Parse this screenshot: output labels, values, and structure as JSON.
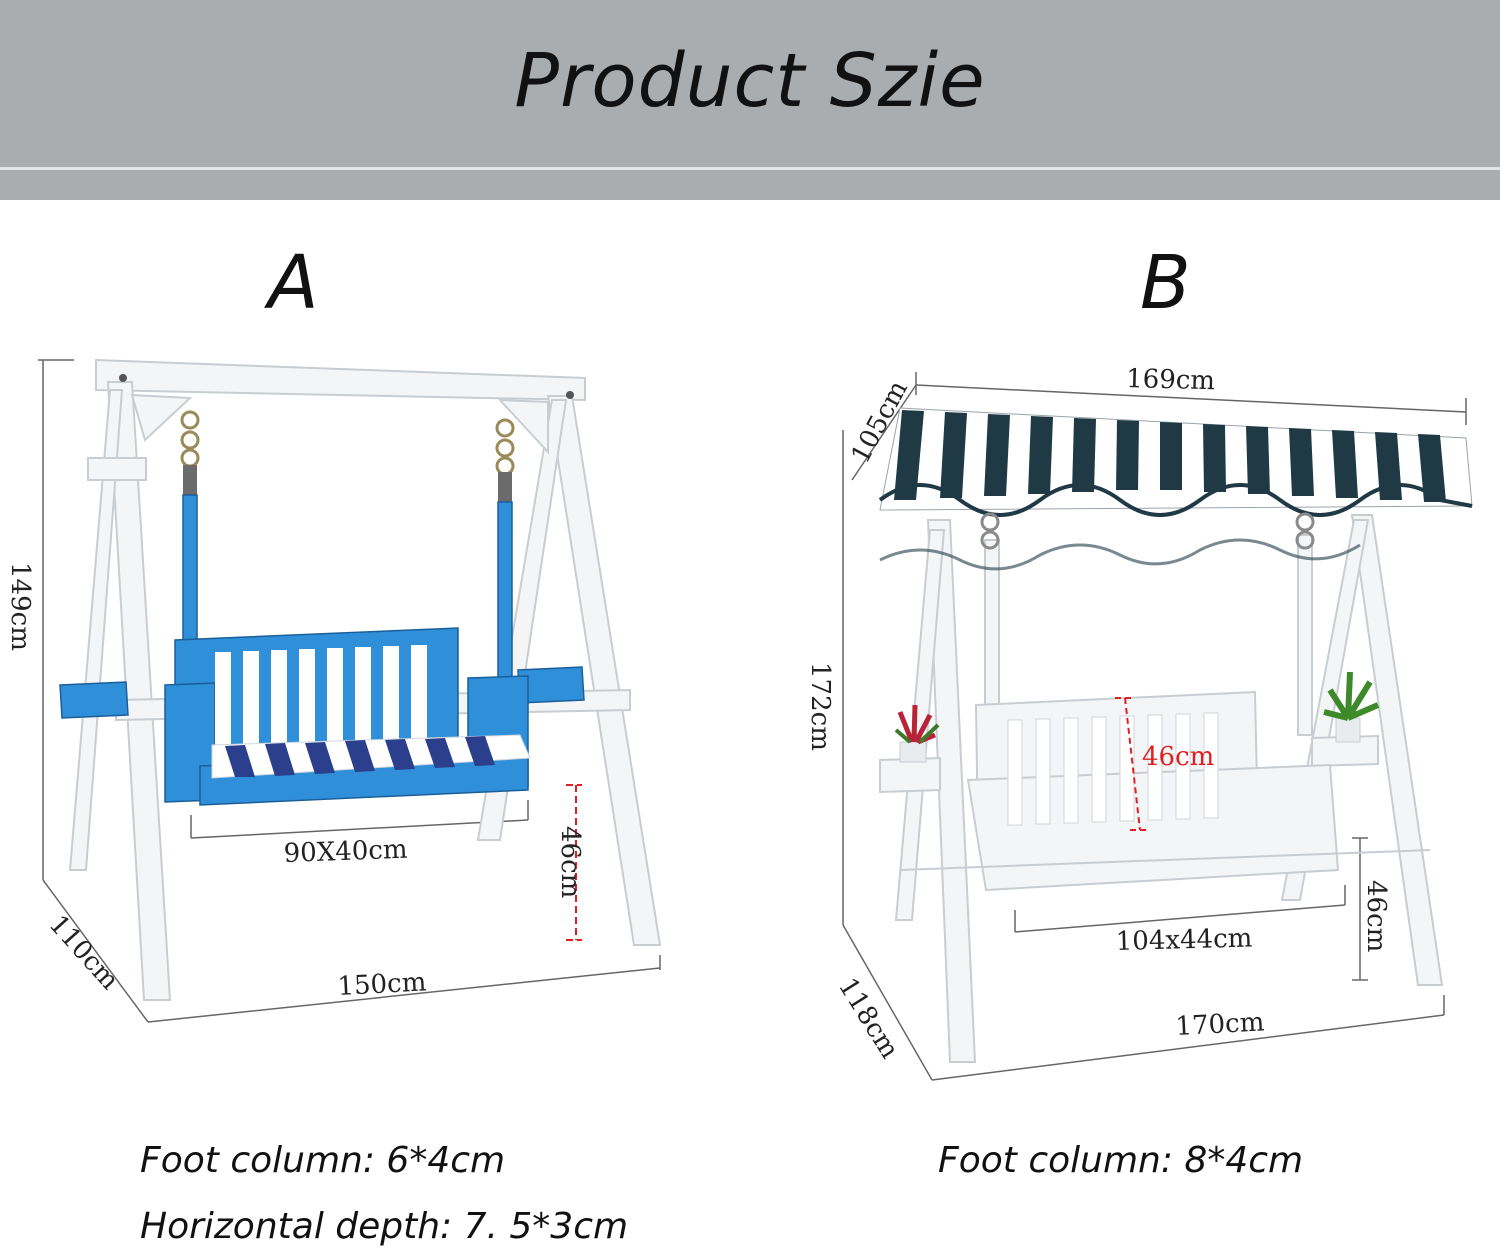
{
  "header": {
    "title": "Product Szie"
  },
  "products": [
    {
      "label": "A",
      "dimensions": {
        "height": "149cm",
        "depth": "110cm",
        "width": "150cm",
        "seat": "90X40cm",
        "seat_height": "46cm"
      },
      "specs": [
        "Foot column: 6*4cm",
        "Horizontal depth: 7. 5*3cm"
      ],
      "colors": {
        "frame": "#f4f5f6",
        "seat": "#2f8fd8",
        "cushion_stripe": "#2b3f8c"
      }
    },
    {
      "label": "B",
      "dimensions": {
        "canopy_width": "169cm",
        "canopy_depth": "105cm",
        "height": "172cm",
        "depth": "118cm",
        "width": "170cm",
        "seat": "104x44cm",
        "seat_height": "46cm",
        "backrest": "46cm"
      },
      "specs": [
        "Foot column: 8*4cm"
      ],
      "colors": {
        "frame": "#f4f5f6",
        "canopy_stripe": "#1f3a45",
        "highlight": "#e02020"
      }
    }
  ]
}
